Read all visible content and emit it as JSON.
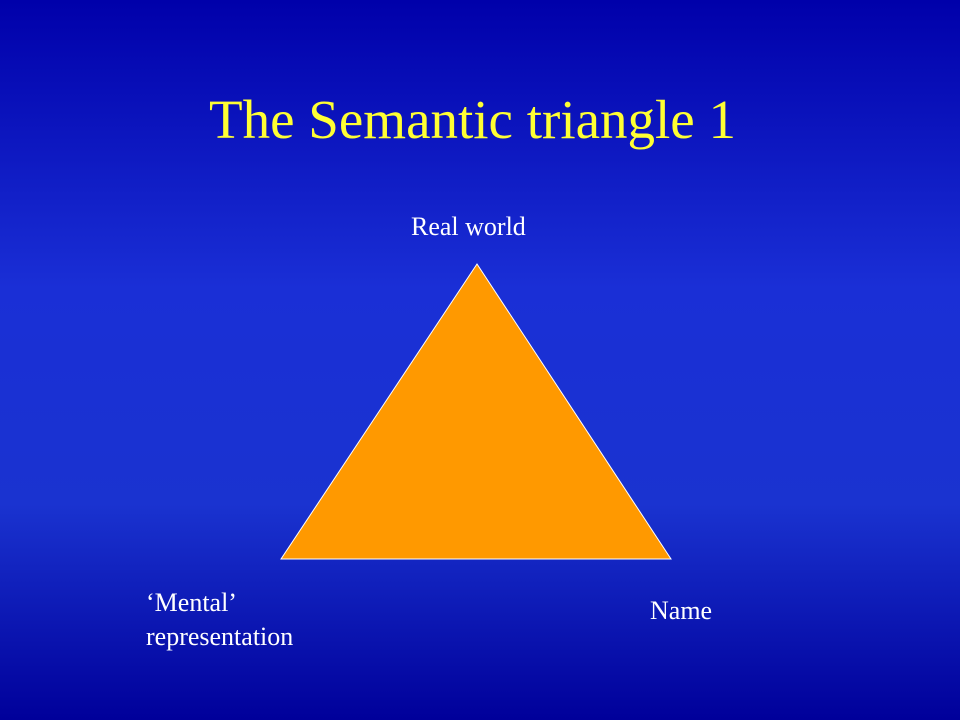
{
  "slide": {
    "title": "The Semantic triangle 1"
  },
  "diagram": {
    "fill_color": "#ff9900",
    "stroke_color": "#ffffff",
    "vertices": {
      "top": "Real world",
      "bottom_left_line1": "‘Mental’",
      "bottom_left_line2": "representation",
      "bottom_right": "Name"
    }
  },
  "colors": {
    "title": "#ffff33",
    "labels": "#ffffff",
    "background": "#1a2fd6"
  }
}
